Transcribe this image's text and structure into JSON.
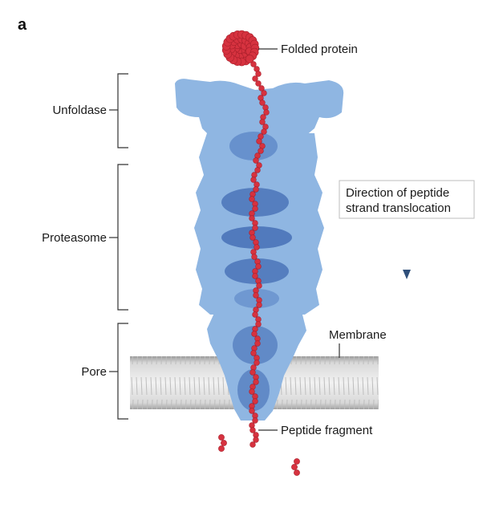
{
  "figure": {
    "panel_label": "a",
    "labels": {
      "folded_protein": "Folded protein",
      "unfoldase": "Unfoldase",
      "proteasome": "Proteasome",
      "pore": "Pore",
      "membrane": "Membrane",
      "peptide_fragment": "Peptide fragment"
    },
    "direction_box": {
      "line1": "Direction of peptide",
      "line2": "strand translocation"
    },
    "colors": {
      "protein_body": "#8fb6e2",
      "protein_dark": "#3c66b0",
      "peptide": "#d6323f",
      "membrane": "#c9c9c9",
      "arrow": "#2f4f7a"
    }
  }
}
